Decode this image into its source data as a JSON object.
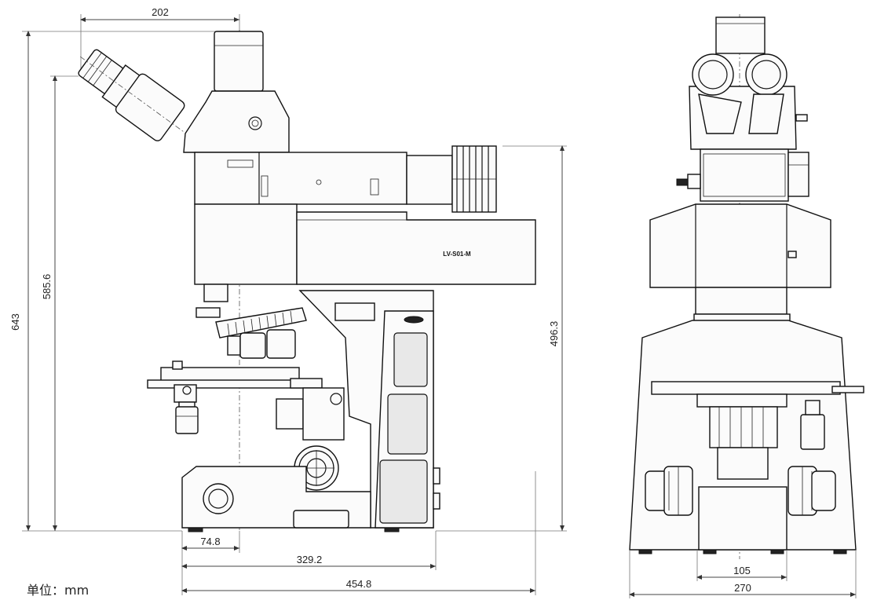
{
  "dimensions": {
    "side_top_width": "202",
    "side_total_height": "643",
    "side_eyepiece_height": "585.6",
    "side_body_height": "496.3",
    "side_base_offset": "74.8",
    "side_base_depth": "329.2",
    "side_total_depth": "454.8",
    "front_inner_width": "105",
    "front_total_width": "270"
  },
  "labels": {
    "model": "LV-S01-M",
    "unit": "单位：mm"
  }
}
